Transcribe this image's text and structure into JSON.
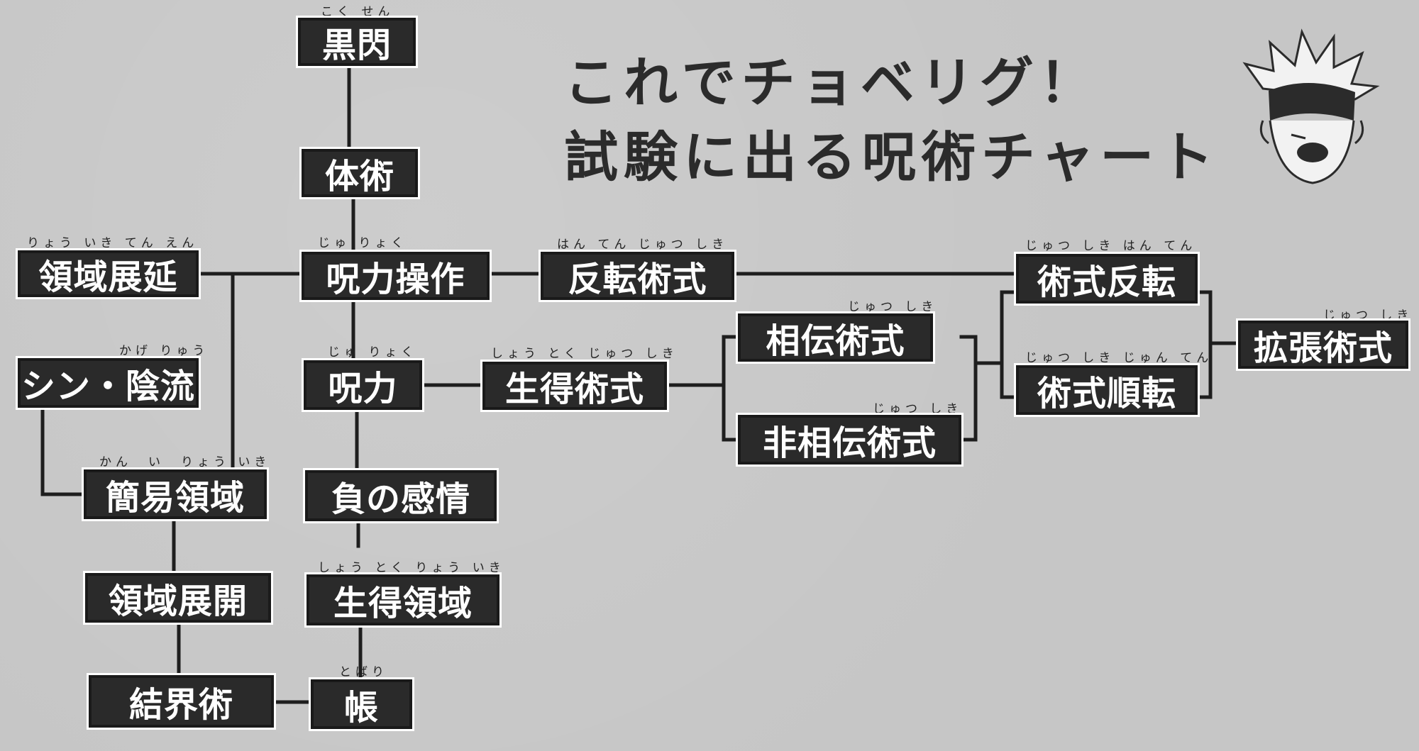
{
  "title": {
    "line1": "これでチョベリグ！",
    "line2": "試験に出る呪術チャート"
  },
  "nodes": {
    "kokusen": {
      "label": "黒閃",
      "ruby": "こく せん"
    },
    "taijutsu": {
      "label": "体術"
    },
    "ryoiki_tenen": {
      "label": "領域展延",
      "ruby": "りょう いき てん えん"
    },
    "juryoku_sosa": {
      "label": "呪力操作",
      "ruby": "じゅ りょく"
    },
    "hanten_jutsushiki": {
      "label": "反転術式",
      "ruby": "はん てん じゅつ しき"
    },
    "jutsushiki_hanten": {
      "label": "術式反転",
      "ruby": "じゅつ しき はん てん"
    },
    "shin_kageryu": {
      "label": "シン・陰流",
      "ruby": "かげ りゅう"
    },
    "juryoku": {
      "label": "呪力",
      "ruby": "じゅ りょく"
    },
    "shotoku_jutsushiki": {
      "label": "生得術式",
      "ruby": "しょう とく じゅつ しき"
    },
    "soden_jutsushiki": {
      "label": "相伝術式",
      "ruby": "じゅつ しき"
    },
    "hisoden_jutsushiki": {
      "label": "非相伝術式",
      "ruby": "じゅつ しき"
    },
    "jutsushiki_junten": {
      "label": "術式順転",
      "ruby": "じゅつ しき じゅん てん"
    },
    "kakucho_jutsushiki": {
      "label": "拡張術式",
      "ruby": "じゅつ しき"
    },
    "kan_i_ryoiki": {
      "label": "簡易領域",
      "ruby": "かん　い　りょう いき"
    },
    "fu_no_kanjo": {
      "label": "負の感情"
    },
    "ryoiki_tenkai": {
      "label": "領域展開"
    },
    "shotoku_ryoiki": {
      "label": "生得領域",
      "ruby": "しょう とく りょう いき"
    },
    "kekkaijutsu": {
      "label": "結界術"
    },
    "tobari": {
      "label": "帳",
      "ruby": "とばり"
    }
  },
  "colors": {
    "background": "#c6c6c6",
    "node_fill": "#2a2a2a",
    "node_text": "#ffffff",
    "line": "#1e1e1e",
    "title_text": "#2b2b2b"
  },
  "icons": {
    "mascot": "cartoon-character-head-icon"
  }
}
